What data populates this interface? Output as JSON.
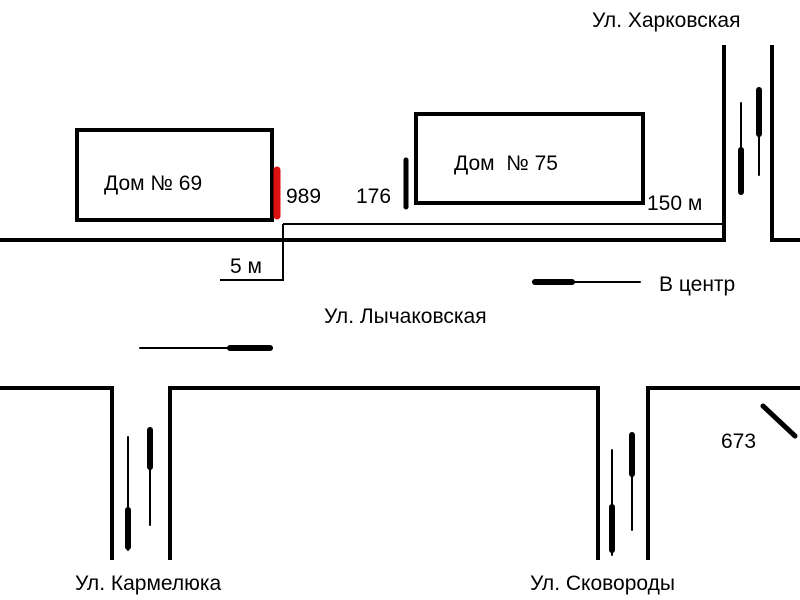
{
  "streets": {
    "kharkovskaya": "Ул. Харковская",
    "lychakovskaya": "Ул. Лычаковская",
    "karmelyuka": "Ул. Кармелюка",
    "skovorody": "Ул. Сковороды"
  },
  "buildings": {
    "house69": "Дом № 69",
    "house75": "Дом  № 75"
  },
  "markers": {
    "m989": "989",
    "m176": "176",
    "m673": "673"
  },
  "distances": {
    "d150": "150 м",
    "d5": "5 м"
  },
  "direction": {
    "to_center": "В центр"
  },
  "colors": {
    "highlight": "#dd1111",
    "line": "#000000"
  }
}
